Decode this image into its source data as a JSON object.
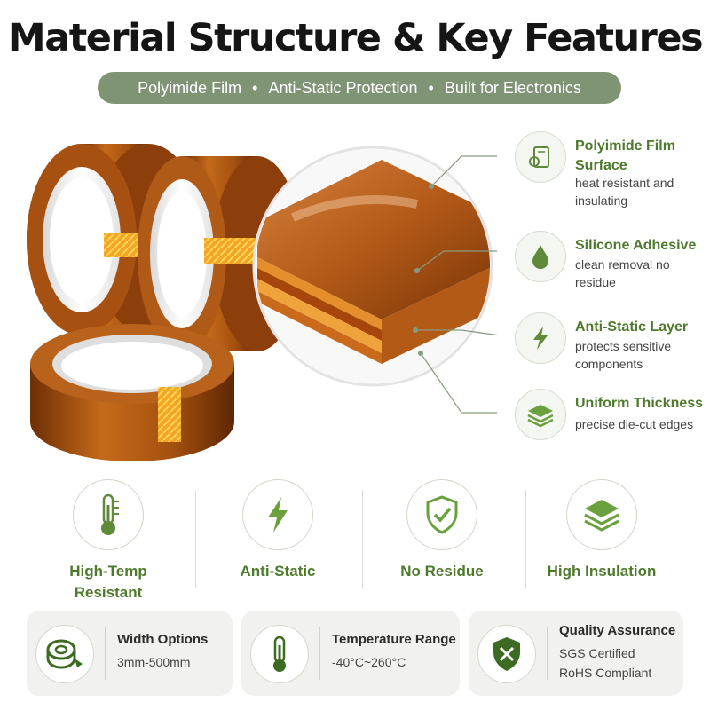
{
  "title": "Material Structure & Key Features",
  "pill_items": [
    "Polyimide Film",
    "Anti-Static Protection",
    "Built for Electronics"
  ],
  "pill_separator": "•",
  "features": [
    {
      "icon": "film-roll-icon",
      "title": "Polyimide Film Surface",
      "desc": "heat resistant and insulating"
    },
    {
      "icon": "droplet-icon",
      "title": "Silicone Adhesive",
      "desc": "clean removal no residue"
    },
    {
      "icon": "lightning-icon",
      "title": "Anti-Static Layer",
      "desc": "protects sensitive components"
    },
    {
      "icon": "layers-icon",
      "title": "Uniform Thickness",
      "desc": "precise die-cut edges"
    }
  ],
  "highlights": [
    {
      "icon": "thermometer-icon",
      "label": "High-Temp Resistant"
    },
    {
      "icon": "lightning-icon",
      "label": "Anti-Static"
    },
    {
      "icon": "shield-check-icon",
      "label": "No Residue"
    },
    {
      "icon": "layers-icon",
      "label": "High Insulation"
    }
  ],
  "cards": [
    {
      "icon": "tape-roll-icon",
      "title": "Width Options",
      "lines": [
        "3mm-500mm"
      ]
    },
    {
      "icon": "thermometer-icon",
      "title": "Temperature Range",
      "lines": [
        "-40°C~260°C"
      ]
    },
    {
      "icon": "shield-tools-icon",
      "title": "Quality Assurance",
      "lines": [
        "SGS Certified",
        "RoHS Compliant"
      ]
    }
  ],
  "colors": {
    "accent_green": "#4e7a2c",
    "pill_green": "#7f9474",
    "tape_amber": "#b5580f",
    "card_bg": "#f1f2ef"
  }
}
